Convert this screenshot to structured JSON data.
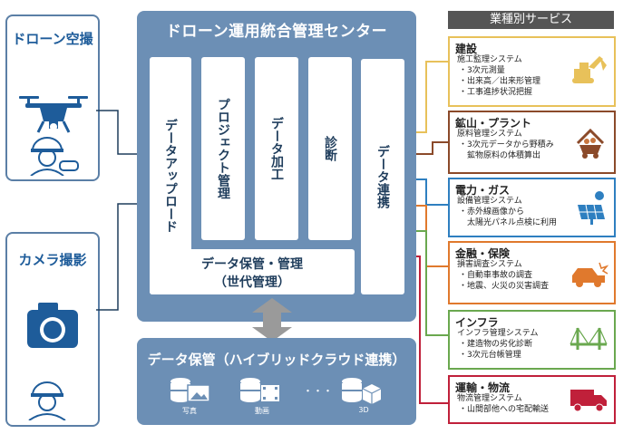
{
  "sources": {
    "drone_title": "ドローン空撮",
    "camera_title": "カメラ撮影"
  },
  "center": {
    "title": "ドローン運用統合管理センター",
    "col1": "データアップロード",
    "col2": "プロジェクト管理",
    "col3": "データ加工",
    "col4": "診断",
    "col5": "データ連携",
    "storage_line1": "データ保管・管理",
    "storage_line2": "（世代管理）"
  },
  "bottom": {
    "title": "データ保管（ハイブリッドクラウド連携）",
    "labels": [
      "写真",
      "動画",
      "3D"
    ],
    "ellipsis": "・・・"
  },
  "services": {
    "header": "業種別サービス",
    "items": [
      {
        "title": "建設",
        "color": "#e8c15a",
        "lines": [
          "施工監理システム",
          "・3次元測量",
          "・出来高／出来形管理",
          "・工事進捗状況把握"
        ]
      },
      {
        "title": "鉱山・プラント",
        "color": "#8b4a2a",
        "lines": [
          "原料管理システム",
          "・3次元データから野積み",
          "　鉱物原料の体積算出"
        ]
      },
      {
        "title": "電力・ガス",
        "color": "#2e7fc0",
        "lines": [
          "設備管理システム",
          "・赤外線画像から",
          "　太陽光パネル点検に利用"
        ]
      },
      {
        "title": "金融・保険",
        "color": "#e0792d",
        "lines": [
          "損害調査システム",
          "・自動車事故の調査",
          "・地震、火災の災害調査"
        ]
      },
      {
        "title": "インフラ",
        "color": "#6aa84f",
        "lines": [
          "インフラ管理システム",
          "・建造物の劣化診断",
          "・3次元台帳管理"
        ]
      },
      {
        "title": "運輸・物流",
        "color": "#c0203a",
        "lines": [
          "物流管理システム",
          "・山間部他への宅配輸送"
        ]
      }
    ]
  }
}
